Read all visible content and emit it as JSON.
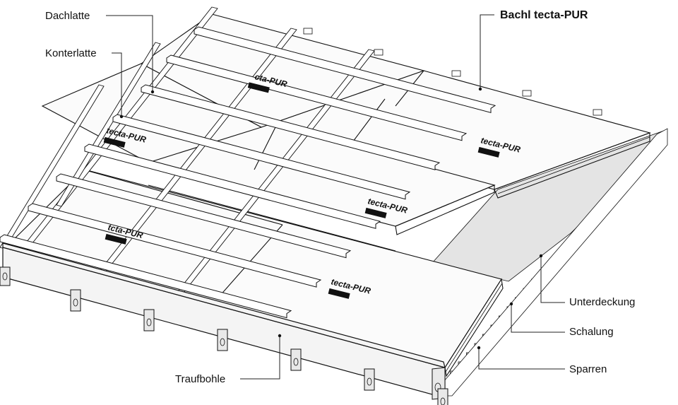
{
  "labels": {
    "dachlatte": "Dachlatte",
    "konterlatte": "Konterlatte",
    "brand": "Bachl tecta-PUR",
    "unterdeckung": "Unterdeckung",
    "schalung": "Schalung",
    "sparren": "Sparren",
    "traufbohle": "Traufbohle"
  },
  "panel_marks": [
    {
      "text": "cta-PUR"
    },
    {
      "text": "tecta-PUR"
    },
    {
      "text": "tecta-PUR"
    },
    {
      "text": "tecta-PUR"
    },
    {
      "text": "tcta-PUR"
    },
    {
      "text": "tecta-PUR"
    }
  ]
}
